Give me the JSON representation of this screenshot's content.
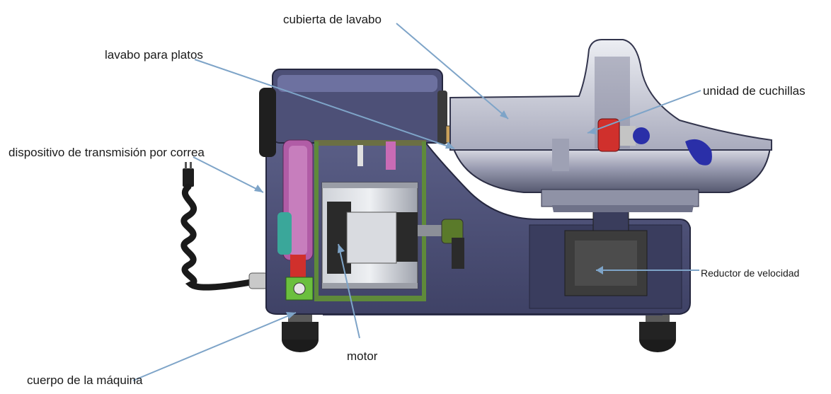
{
  "diagram": {
    "labels": {
      "sink_cover": "cubierta de lavabo",
      "dish_sink": "lavabo para platos",
      "blade_unit": "unidad de cuchillas",
      "belt_drive": "dispositivo de transmisión por correa",
      "speed_reducer": "Reductor de velocidad",
      "motor": "motor",
      "machine_body": "cuerpo de la máquina"
    },
    "colors": {
      "leader_line": "#7ea4c8",
      "body": "#4a4d72",
      "body_dark": "#2f3150",
      "bowl": "#a7a9ba",
      "belt": "#b15ca6",
      "motor": "#b9bcc4",
      "feet": "#1c1c1c",
      "green_part": "#6bbf3e",
      "red_part": "#d0302c",
      "blue_part": "#2a2fa8",
      "teal_part": "#3aa79a"
    }
  }
}
